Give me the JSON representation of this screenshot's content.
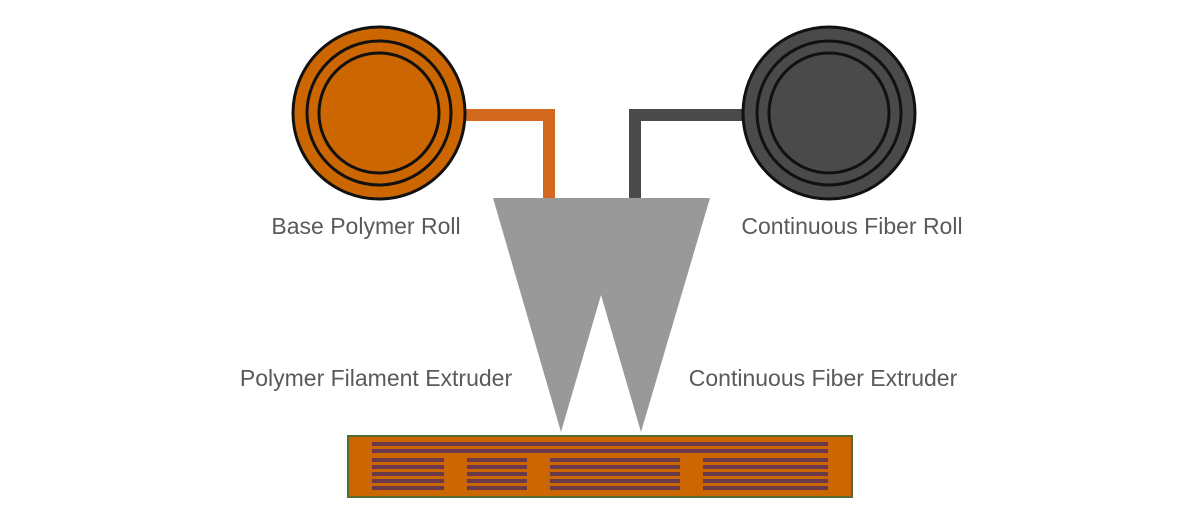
{
  "labels": {
    "base_roll": "Base Polymer Roll",
    "fiber_roll": "Continuous Fiber Roll",
    "polymer_extruder": "Polymer Filament Extruder",
    "fiber_extruder": "Continuous Fiber Extruder"
  },
  "colors": {
    "polymer": "#cc6600",
    "polymer_line": "#d2691e",
    "fiber": "#4a4a4a",
    "extruder": "#999999",
    "outline": "#111111",
    "label": "#5a5a5a",
    "print_border": "#556b2f",
    "fiber_strand": "#6b3a4a"
  }
}
